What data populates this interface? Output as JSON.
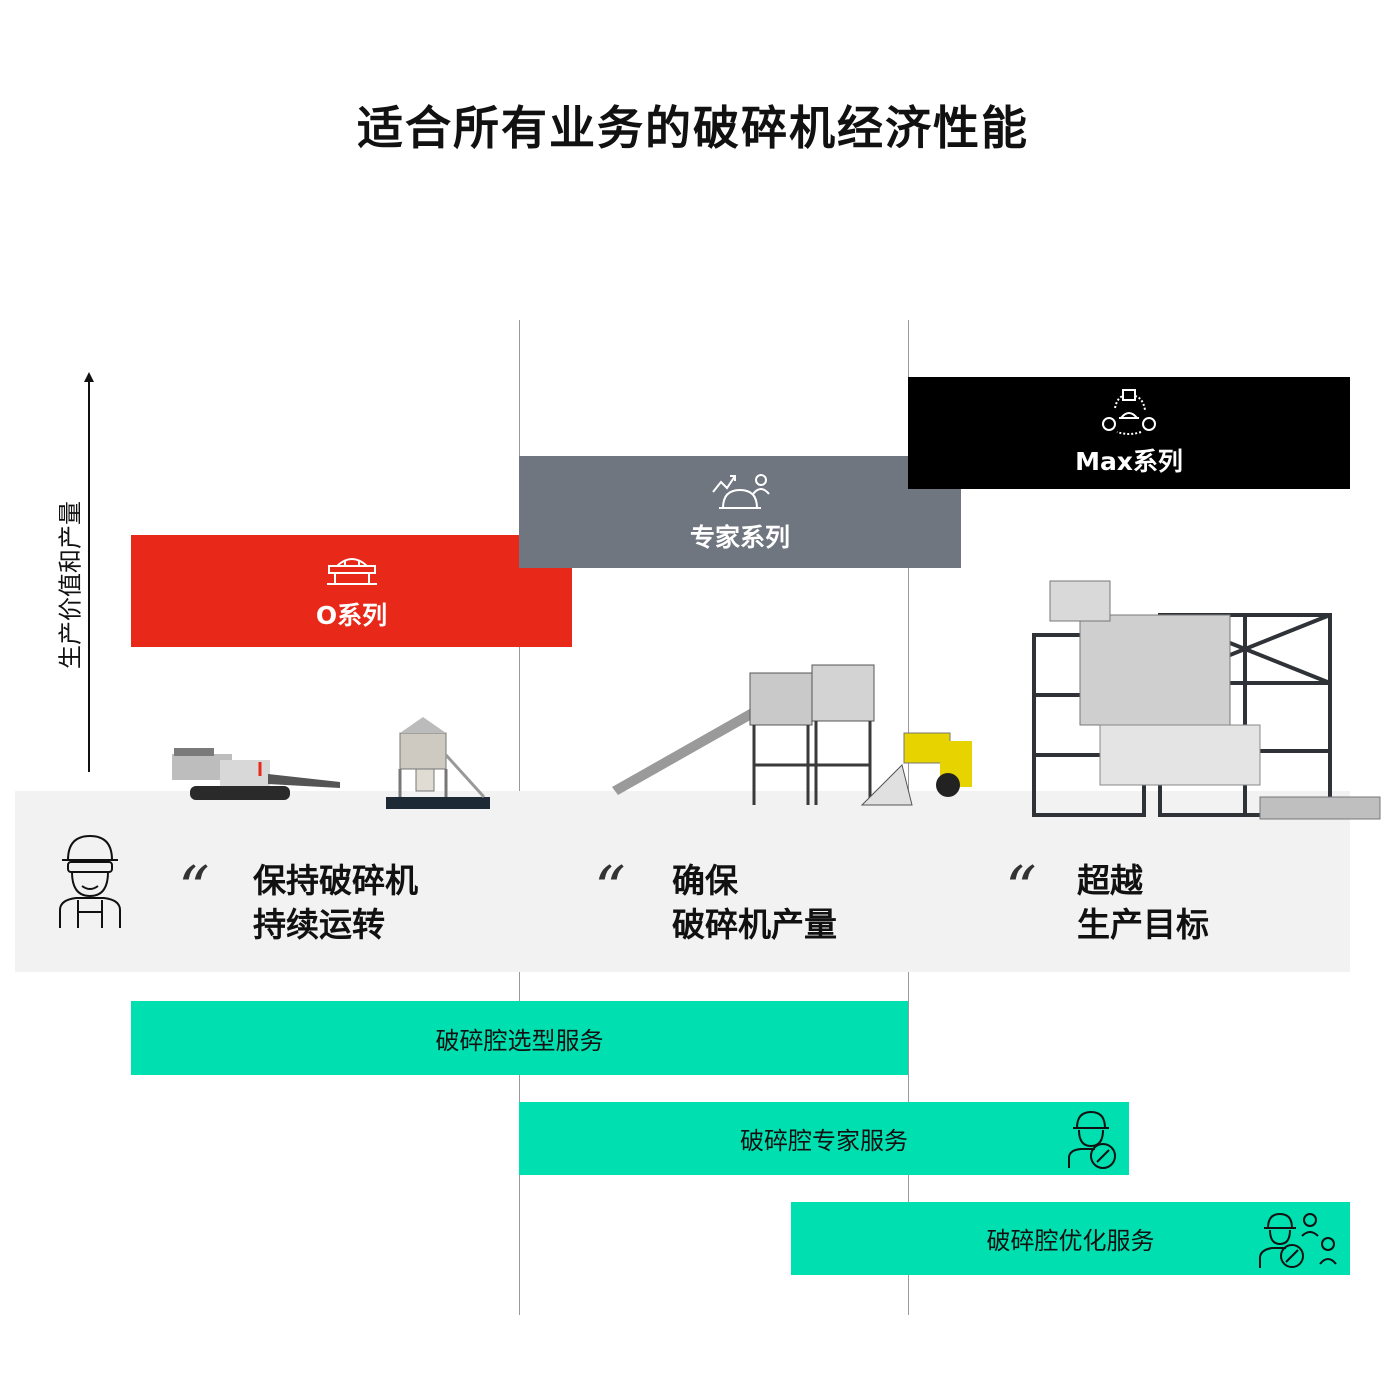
{
  "title": "适合所有业务的破碎机经济性能",
  "axis": {
    "label": "生产价值和产量"
  },
  "series": [
    {
      "label": "O系列",
      "color": "#e8291a",
      "icon": "crusher-icon"
    },
    {
      "label": "专家系列",
      "color": "#6f7680",
      "icon": "expert-growth-icon"
    },
    {
      "label": "Max系列",
      "color": "#000000",
      "icon": "cycle-process-icon"
    }
  ],
  "band": {
    "icon": "worker-helmet-icon",
    "slogans": [
      {
        "line1": "保持破碎机",
        "line2": "持续运转"
      },
      {
        "line1": "确保",
        "line2": "破碎机产量"
      },
      {
        "line1": "超越",
        "line2": "生产目标"
      }
    ]
  },
  "services": [
    {
      "label": "破碎腔选型服务",
      "color": "#00dfb0",
      "icon": ""
    },
    {
      "label": "破碎腔专家服务",
      "color": "#00dfb0",
      "icon": "expert-wrench-icon"
    },
    {
      "label": "破碎腔优化服务",
      "color": "#00dfb0",
      "icon": "team-wrench-icon"
    }
  ]
}
